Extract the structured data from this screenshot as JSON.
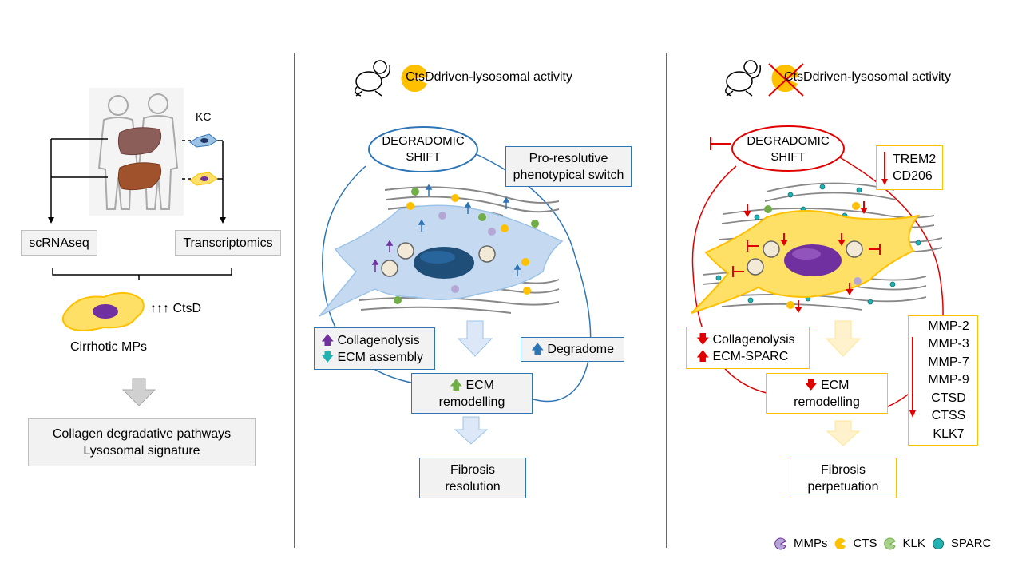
{
  "left": {
    "kc_label": "KC",
    "scrnaseq": "scRNAseq",
    "transcriptomics": "Transcriptomics",
    "ctsd_arrows": "↑↑↑",
    "ctsd_label": "CtsD",
    "cirrhotic": "Cirrhotic MPs",
    "result_line1": "Collagen degradative pathways",
    "result_line2": "Lysosomal signature"
  },
  "middle": {
    "heading_badge": "CtsD",
    "heading": "driven-lysosomal activity",
    "degradomic": "DEGRADOMIC SHIFT",
    "pro_resolutive": "Pro-resolutive phenotypical switch",
    "collagenolysis": "Collagenolysis",
    "ecm_assembly": "ECM assembly",
    "degradome": "Degradome",
    "ecm_remodelling_1": "ECM",
    "ecm_remodelling_2": "remodelling",
    "fibrosis_1": "Fibrosis",
    "fibrosis_2": "resolution"
  },
  "right": {
    "heading_badge": "CtsD",
    "heading": "driven-lysosomal activity",
    "degradomic": "DEGRADOMIC SHIFT",
    "trem2": "TREM2",
    "cd206": "CD206",
    "collagenolysis": "Collagenolysis",
    "ecm_sparc": "ECM-SPARC",
    "ecm_remodelling_1": "ECM",
    "ecm_remodelling_2": "remodelling",
    "fibrosis_1": "Fibrosis",
    "fibrosis_2": "perpetuation",
    "markers": [
      "MMP-2",
      "MMP-3",
      "MMP-7",
      "MMP-9",
      "CTSD",
      "CTSS",
      "KLK7"
    ]
  },
  "legend": {
    "mmps": "MMPs",
    "cts": "CTS",
    "klk": "KLK",
    "sparc": "SPARC"
  },
  "colors": {
    "blue": "#2e75b6",
    "red": "#e00000",
    "yellow": "#ffc000",
    "purple": "#7030a0",
    "teal": "#22b2b2",
    "green": "#70ad47",
    "light_blue": "#dce8f7",
    "light_yellow": "#fff2cc"
  }
}
